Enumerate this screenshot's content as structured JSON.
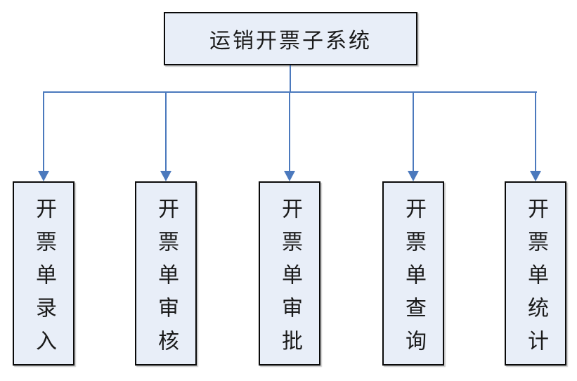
{
  "diagram": {
    "root": {
      "label": "运销开票子系统"
    },
    "children": [
      {
        "label": "开票单录入"
      },
      {
        "label": "开票单审核"
      },
      {
        "label": "开票单审批"
      },
      {
        "label": "开票单查询"
      },
      {
        "label": "开票单统计"
      }
    ],
    "colors": {
      "box_fill": "#E8EEF8",
      "box_border": "#0A0A0A",
      "connector": "#4B79BD"
    }
  }
}
